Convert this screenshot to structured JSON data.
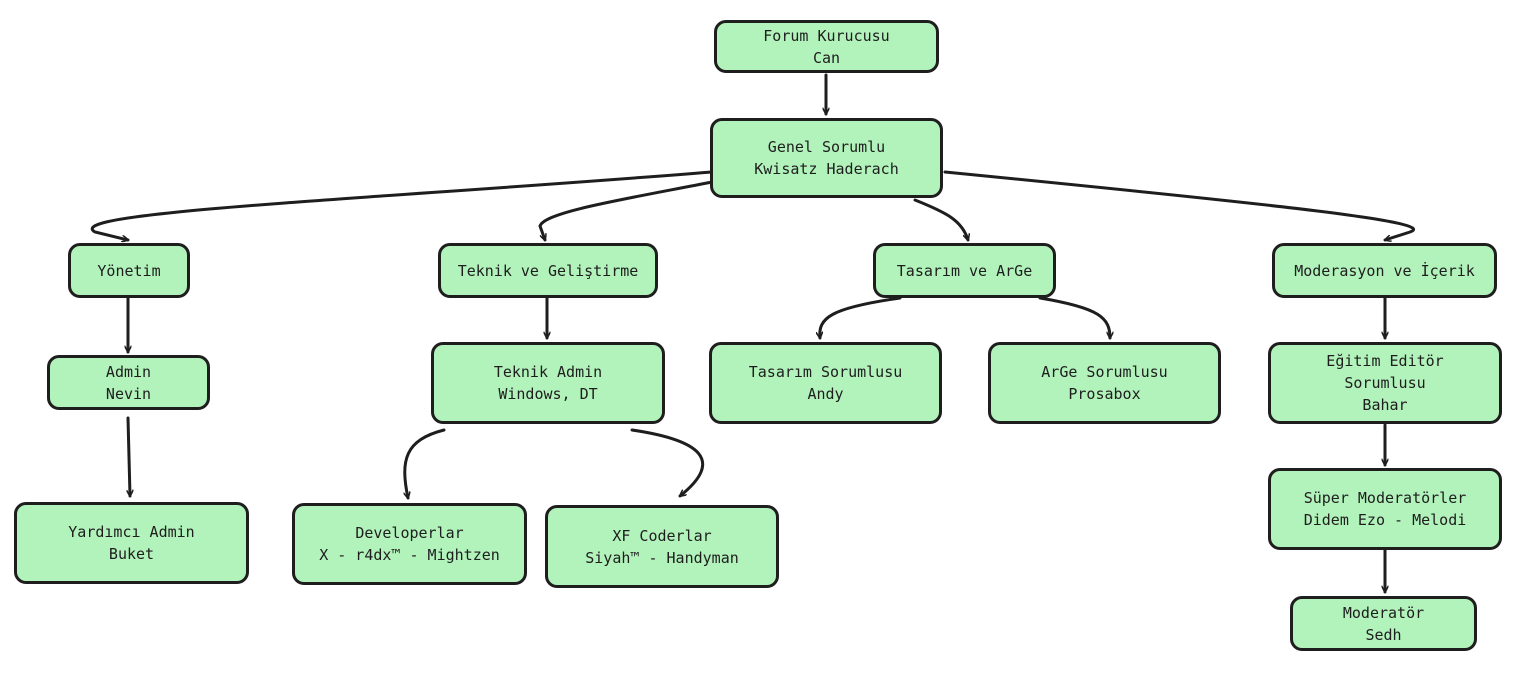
{
  "colors": {
    "node_fill": "#b2f2bb",
    "stroke": "#1e1e1e",
    "background": "#ffffff"
  },
  "nodes": {
    "forum_kurucusu": {
      "title": "Forum Kurucusu",
      "name": "Can"
    },
    "genel_sorumlu": {
      "title": "Genel Sorumlu",
      "name": "Kwisatz Haderach"
    },
    "yonetim": {
      "title": "Yönetim"
    },
    "teknik_gelistirme": {
      "title": "Teknik ve Geliştirme"
    },
    "tasarim_arge": {
      "title": "Tasarım ve ArGe"
    },
    "moderasyon_icerik": {
      "title": "Moderasyon ve İçerik"
    },
    "admin": {
      "title": "Admin",
      "name": "Nevin"
    },
    "teknik_admin": {
      "title": "Teknik Admin",
      "name": "Windows, DT"
    },
    "tasarim_sorumlusu": {
      "title": "Tasarım Sorumlusu",
      "name": "Andy"
    },
    "arge_sorumlusu": {
      "title": "ArGe Sorumlusu",
      "name": "Prosabox"
    },
    "egitim_editor": {
      "title_line1": "Eğitim Editör",
      "title_line2": "Sorumlusu",
      "name": "Bahar"
    },
    "yardimci_admin": {
      "title": "Yardımcı Admin",
      "name": "Buket"
    },
    "developerlar": {
      "title": "Developerlar",
      "name": "X - r4dx™ - Mightzen"
    },
    "xf_coderlar": {
      "title": "XF Coderlar",
      "name": "Siyah™ - Handyman"
    },
    "super_moderatorler": {
      "title": "Süper Moderatörler",
      "name": "Didem Ezo - Melodi"
    },
    "moderator": {
      "title": "Moderatör",
      "name": "Sedh"
    }
  }
}
